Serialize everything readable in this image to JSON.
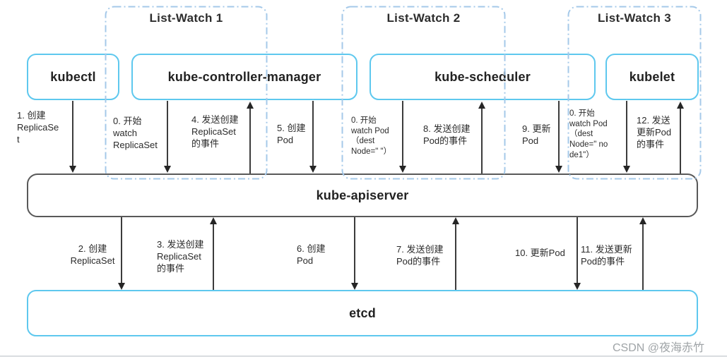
{
  "groups": {
    "g1": {
      "label": "List-Watch 1"
    },
    "g2": {
      "label": "List-Watch 2"
    },
    "g3": {
      "label": "List-Watch 3"
    }
  },
  "components": {
    "kubectl": {
      "label": "kubectl"
    },
    "controller_manager": {
      "label": "kube-controller-manager"
    },
    "scheduler": {
      "label": "kube-scheduler"
    },
    "kubelet": {
      "label": "kubelet"
    },
    "apiserver": {
      "label": "kube-apiserver"
    },
    "etcd": {
      "label": "etcd"
    }
  },
  "arrows": {
    "a1": {
      "label": "1. 创建\nReplicaSe\nt",
      "direction": "down"
    },
    "a0_rs": {
      "label": "0. 开始\nwatch\nReplicaSet",
      "direction": "down"
    },
    "a4": {
      "label": "4. 发送创建\nReplicaSet\n的事件",
      "direction": "up"
    },
    "a5": {
      "label": "5. 创建\nPod",
      "direction": "down"
    },
    "a0_pod": {
      "label": "0. 开始\nwatch Pod\n（dest\nNode=\" \"）",
      "direction": "down"
    },
    "a8": {
      "label": "8. 发送创建\nPod的事件",
      "direction": "up"
    },
    "a9": {
      "label": "9. 更新\nPod",
      "direction": "down"
    },
    "a0_node": {
      "label": "0. 开始\nwatch Pod\n（dest\nNode=\" no\nde1\"）",
      "direction": "down"
    },
    "a12": {
      "label": "12. 发送\n更新Pod\n的事件",
      "direction": "up"
    },
    "a2": {
      "label": "2. 创建\nReplicaSet",
      "direction": "down"
    },
    "a3": {
      "label": "3. 发送创建\nReplicaSet\n的事件",
      "direction": "up"
    },
    "a6": {
      "label": "6. 创建\nPod",
      "direction": "down"
    },
    "a7": {
      "label": "7. 发送创建\nPod的事件",
      "direction": "up"
    },
    "a10": {
      "label": "10. 更新Pod",
      "direction": "down"
    },
    "a11": {
      "label": "11. 发送更新\nPod的事件",
      "direction": "up"
    }
  },
  "watermark": "CSDN @夜海赤竹",
  "colors": {
    "component_border": "#5ec8ee",
    "group_border": "#a5c9e9",
    "apiserver_border": "#595959",
    "arrow": "#3c3c3c",
    "watermark": "#9fa4a7"
  }
}
